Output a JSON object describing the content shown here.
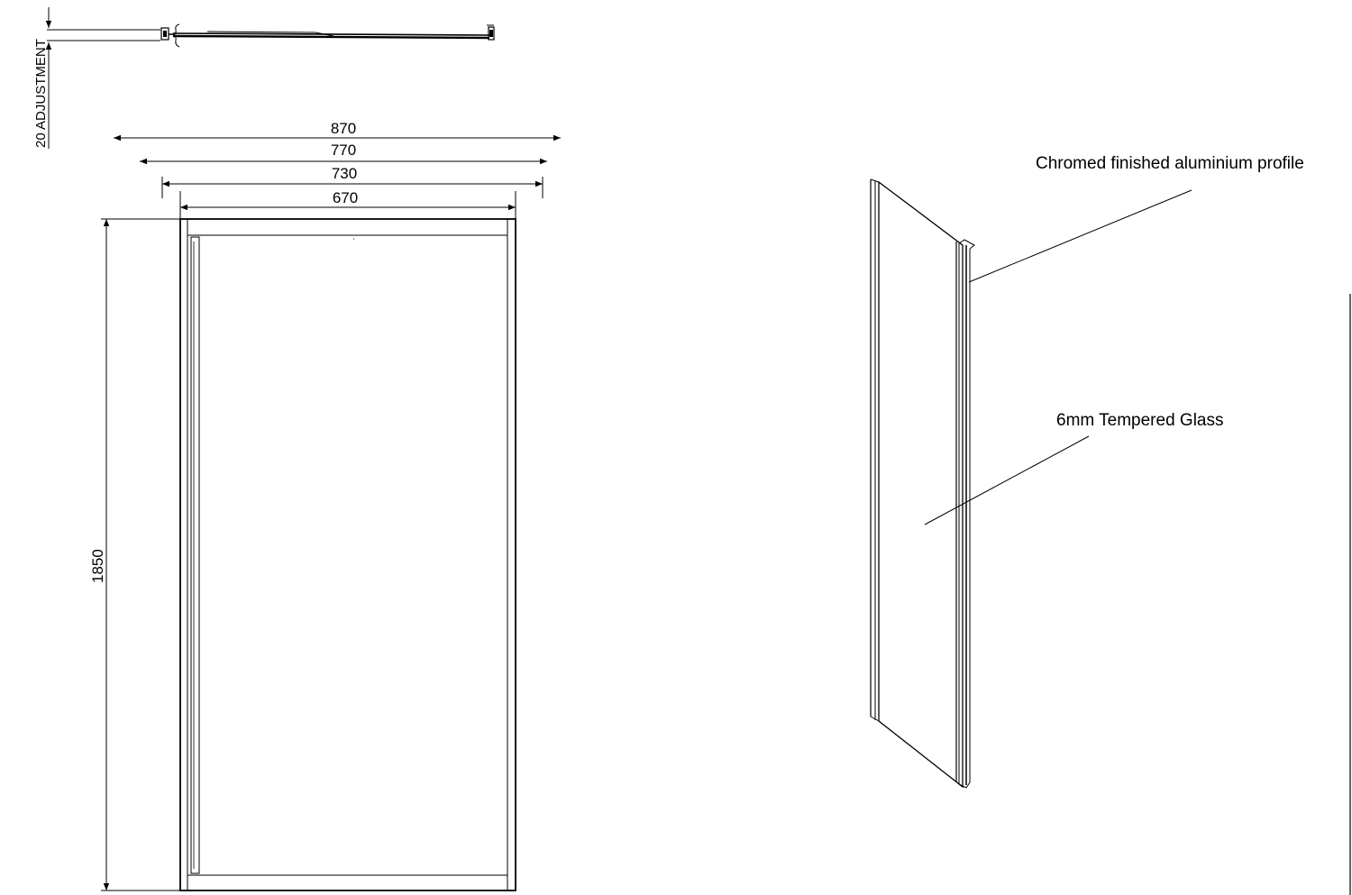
{
  "top_view": {
    "adjustment_label": "20 ADJUSTMENT"
  },
  "dimensions": {
    "width_870": "870",
    "width_770": "770",
    "width_730": "730",
    "width_670": "670",
    "height_1850": "1850"
  },
  "callouts": {
    "profile": "Chromed finished aluminium profile",
    "glass": "6mm Tempered Glass"
  },
  "colors": {
    "line": "#000000",
    "background": "#ffffff"
  }
}
